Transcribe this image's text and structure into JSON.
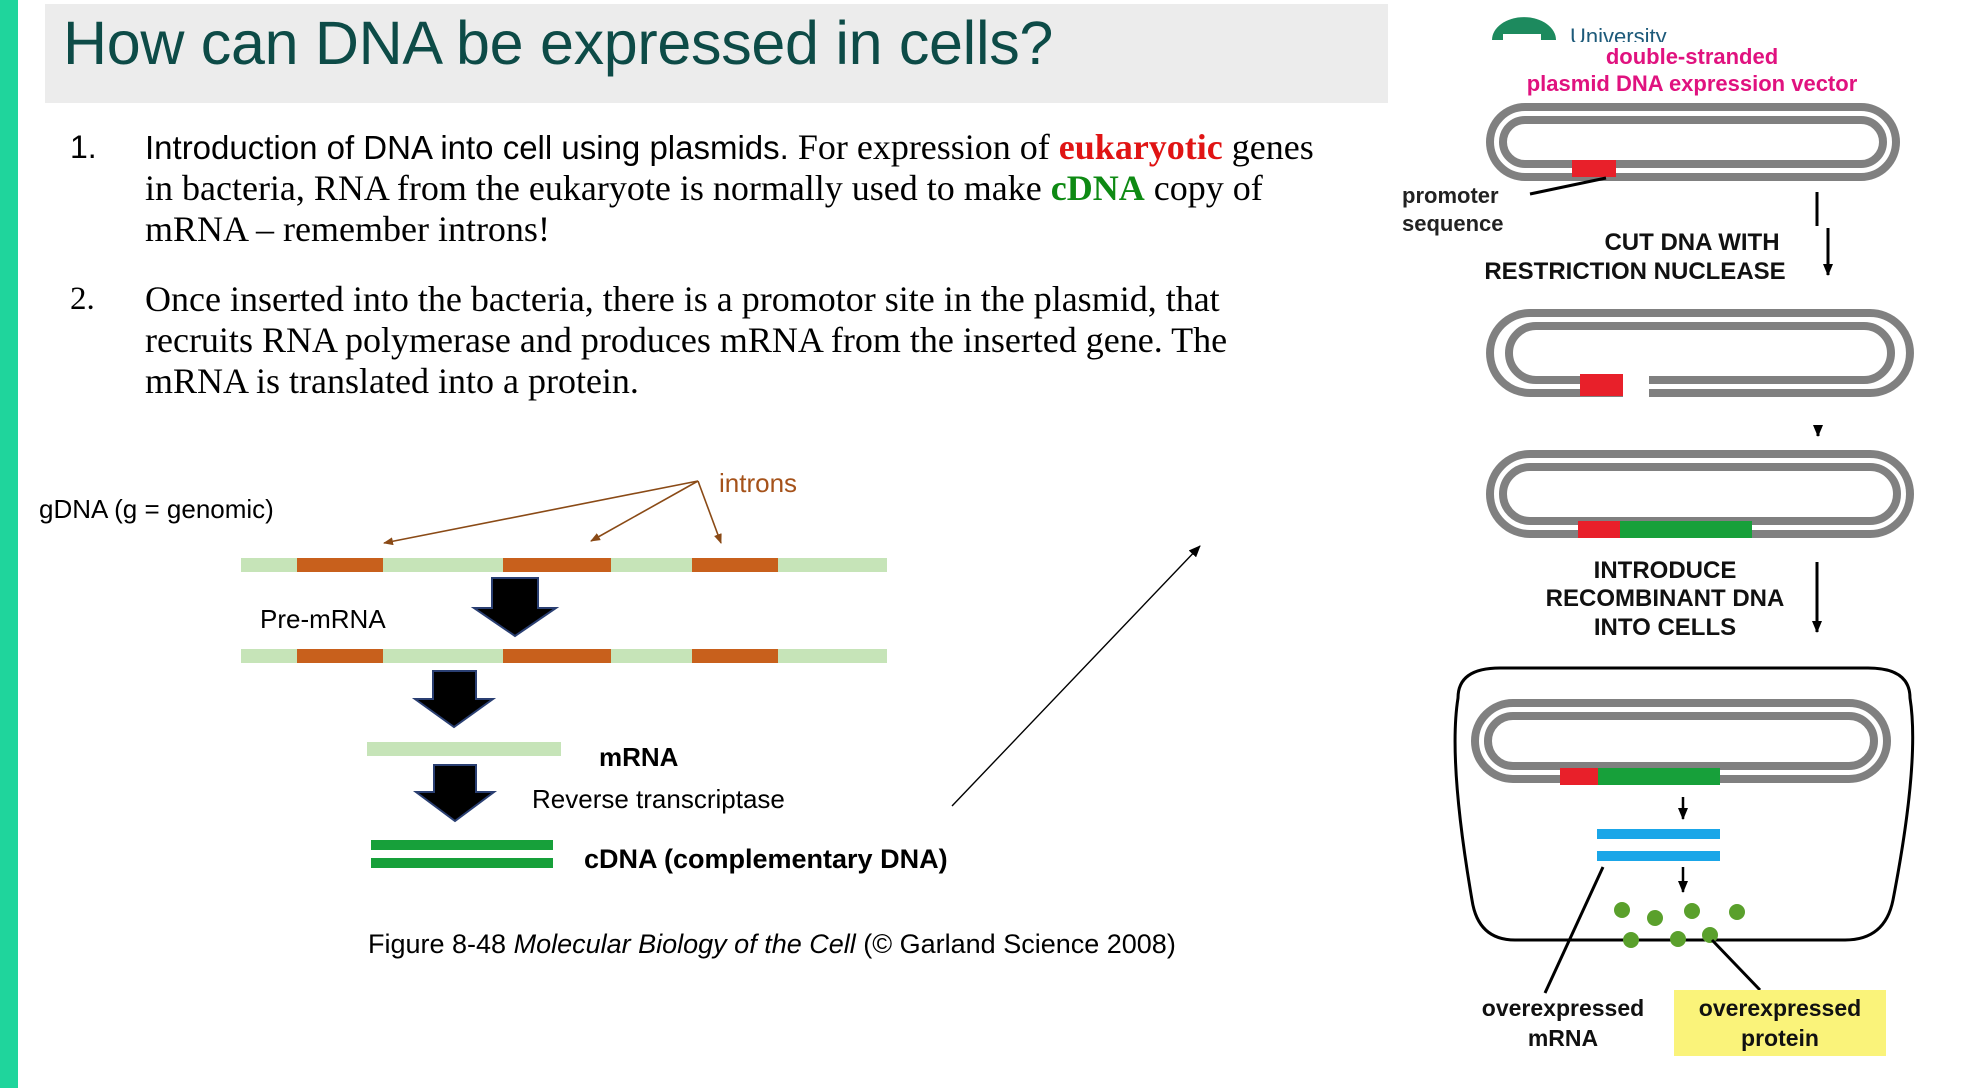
{
  "slide": {
    "title": "How can DNA be expressed in cells?",
    "colors": {
      "accent_bar": "#1fd59c",
      "title_text": "#0d4b47",
      "title_band": "#ececec"
    }
  },
  "list": [
    {
      "num": "1.",
      "parts": [
        "Introduction of DNA into cell using plasmids.",
        " For expression of ",
        "eukaryotic",
        " genes in bacteria, RNA from the eukaryote is normally used to make ",
        "cDNA",
        " copy of mRNA – remember introns!"
      ]
    },
    {
      "num": "2.",
      "text": "Once inserted into the bacteria, there is a promotor site in the plasmid, that recruits RNA polymerase and produces mRNA from the inserted gene. The mRNA is translated into a protein."
    }
  ],
  "left_diagram": {
    "gdna_label": "gDNA (g = genomic)",
    "introns_label": "introns",
    "premrna_label": "Pre-mRNA",
    "mrna_label": "mRNA",
    "rt_label": "Reverse transcriptase",
    "cdna_label": "cDNA (complementary DNA)",
    "colors": {
      "exon": "#c6e4b8",
      "intron": "#c8601c",
      "cdna": "#17a03a",
      "arrow": "#000000",
      "intron_pointer": "#8a4a16"
    }
  },
  "caption": {
    "prefix": "Figure 8-48  ",
    "italic": "Molecular Biology of the Cell",
    "suffix": " (© Garland Science 2008)"
  },
  "right_diagram": {
    "logo_text": "University",
    "vector_line1": "double-stranded",
    "vector_line2": "plasmid DNA expression vector",
    "promoter_line1": "promoter",
    "promoter_line2": "sequence",
    "cut_line1": "CUT DNA WITH",
    "cut_line2": "RESTRICTION NUCLEASE",
    "intro_line1": "INTRODUCE",
    "intro_line2": "RECOMBINANT DNA",
    "intro_line3": "INTO CELLS",
    "overexp_mrna_line1": "overexpressed",
    "overexp_mrna_line2": "mRNA",
    "overexp_protein_line1": "overexpressed",
    "overexp_protein_line2": "protein",
    "colors": {
      "plasmid": "#808080",
      "promoter": "#e8202a",
      "insert": "#17a03a",
      "mrna": "#1aa6e8",
      "protein": "#5aa02c",
      "magenta": "#e0127f",
      "protein_label_bg": "#faf37a"
    }
  }
}
